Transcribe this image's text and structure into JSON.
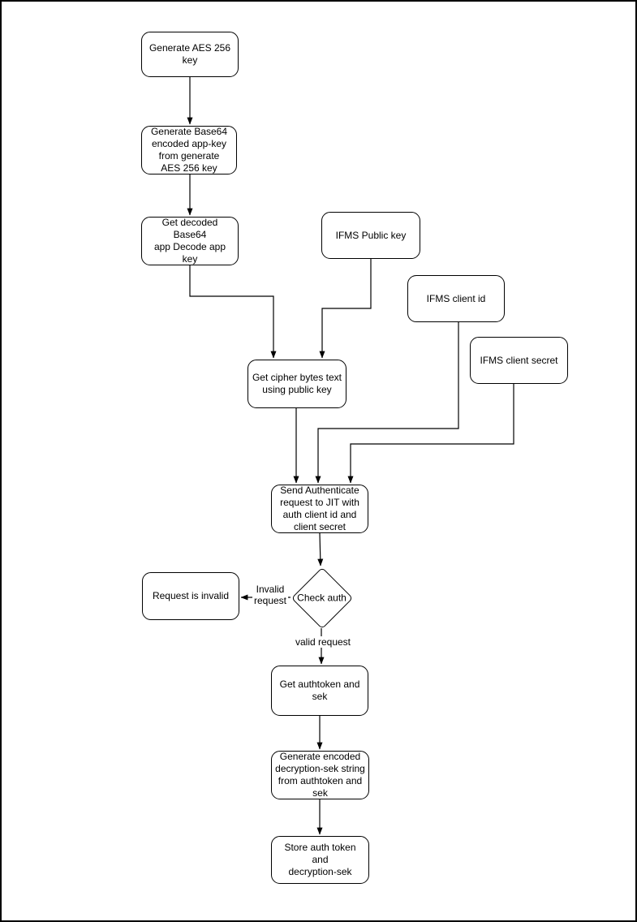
{
  "canvas": {
    "background_color": "#ffffff",
    "border_color": "#000000",
    "line_color": "#000000",
    "text_color": "#000000"
  },
  "diagram": {
    "type": "flowchart",
    "nodes": [
      {
        "id": "generate-aes-key",
        "shape": "rounded-rect",
        "label": "Generate AES 256\nkey"
      },
      {
        "id": "generate-base64-app-key",
        "shape": "rounded-rect",
        "label": "Generate Base64\nencoded app-key\nfrom generate\nAES 256 key"
      },
      {
        "id": "get-decoded-base64",
        "shape": "rounded-rect",
        "label": "Get decoded Base64\napp Decode app key"
      },
      {
        "id": "ifms-public-key",
        "shape": "rounded-rect",
        "label": "IFMS Public key"
      },
      {
        "id": "ifms-client-id",
        "shape": "rounded-rect",
        "label": "IFMS client id"
      },
      {
        "id": "ifms-client-secret",
        "shape": "rounded-rect",
        "label": "IFMS client secret"
      },
      {
        "id": "get-cipher-bytes",
        "shape": "rounded-rect",
        "label": "Get cipher bytes text\nusing public key"
      },
      {
        "id": "send-authenticate-request",
        "shape": "rounded-rect",
        "label": "Send Authenticate\nrequest to JIT with\nauth client id and\nclient secret"
      },
      {
        "id": "check-auth",
        "shape": "diamond",
        "label": "Check auth"
      },
      {
        "id": "request-is-invalid",
        "shape": "rounded-rect",
        "label": "Request is invalid"
      },
      {
        "id": "get-authtoken-and-sek",
        "shape": "rounded-rect",
        "label": "Get authtoken and\nsek"
      },
      {
        "id": "generate-decryption-sek",
        "shape": "rounded-rect",
        "label": "Generate encoded\ndecryption-sek string\nfrom authtoken and\nsek"
      },
      {
        "id": "store-auth-token",
        "shape": "rounded-rect",
        "label": "Store auth token and\ndecryption-sek"
      }
    ],
    "edge_labels": [
      {
        "id": "invalid-request",
        "label": "Invalid\nrequest"
      },
      {
        "id": "valid-request",
        "label": "valid request"
      }
    ],
    "edges": [
      {
        "from": "generate-aes-key",
        "to": "generate-base64-app-key"
      },
      {
        "from": "generate-base64-app-key",
        "to": "get-decoded-base64"
      },
      {
        "from": "get-decoded-base64",
        "to": "get-cipher-bytes"
      },
      {
        "from": "ifms-public-key",
        "to": "get-cipher-bytes"
      },
      {
        "from": "get-cipher-bytes",
        "to": "send-authenticate-request"
      },
      {
        "from": "ifms-client-id",
        "to": "send-authenticate-request"
      },
      {
        "from": "ifms-client-secret",
        "to": "send-authenticate-request"
      },
      {
        "from": "send-authenticate-request",
        "to": "check-auth"
      },
      {
        "from": "check-auth",
        "to": "request-is-invalid",
        "label": "Invalid request"
      },
      {
        "from": "check-auth",
        "to": "get-authtoken-and-sek",
        "label": "valid request"
      },
      {
        "from": "get-authtoken-and-sek",
        "to": "generate-decryption-sek"
      },
      {
        "from": "generate-decryption-sek",
        "to": "store-auth-token"
      }
    ]
  }
}
